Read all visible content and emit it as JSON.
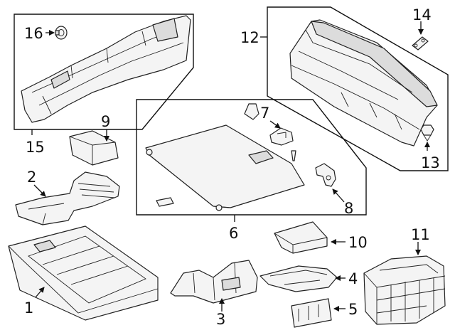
{
  "labels": {
    "l1": "1",
    "l2": "2",
    "l3": "3",
    "l4": "4",
    "l5": "5",
    "l6": "6",
    "l7": "7",
    "l8": "8",
    "l9": "9",
    "l10": "10",
    "l11": "11",
    "l12": "12",
    "l13": "13",
    "l14": "14",
    "l15": "15",
    "l16": "16"
  }
}
